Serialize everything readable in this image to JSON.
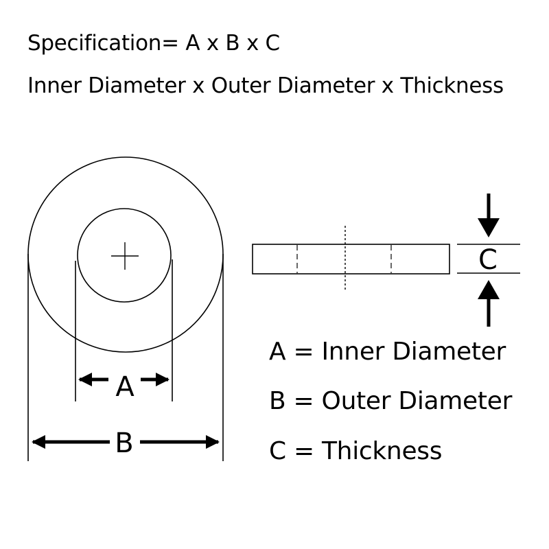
{
  "header": {
    "specification": "Specification= A x B x C",
    "expansion": "Inner Diameter x Outer Diameter x Thickness"
  },
  "dimensions": {
    "a_label": "A",
    "b_label": "B",
    "c_label": "C"
  },
  "legend": {
    "a": "A = Inner Diameter",
    "b": "B = Outer Diameter",
    "c": "C = Thickness"
  },
  "colors": {
    "stroke": "#000000",
    "background": "#ffffff"
  }
}
